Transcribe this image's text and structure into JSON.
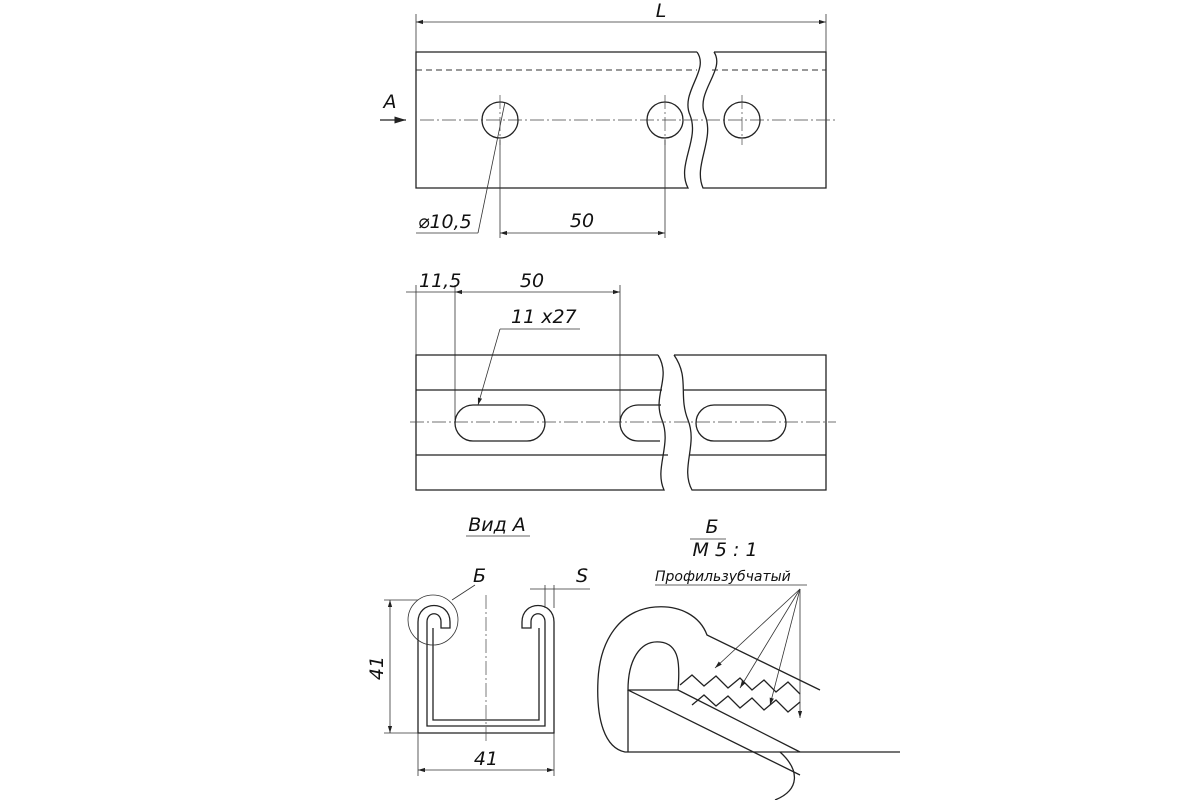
{
  "top_view": {
    "length_label": "L",
    "view_marker": "A",
    "hole_diameter_label": "⌀10,5",
    "hole_pitch_label": "50"
  },
  "middle_view": {
    "offset_label": "11,5",
    "pitch_label": "50",
    "slot_label": "11 x27"
  },
  "section_view": {
    "title": "Вид А",
    "detail_marker": "Б",
    "thickness_label": "S",
    "height_label": "41",
    "width_label": "41"
  },
  "detail_view": {
    "title": "Б",
    "scale": "М 5 : 1",
    "profile_label": "Профильзубчатый"
  }
}
